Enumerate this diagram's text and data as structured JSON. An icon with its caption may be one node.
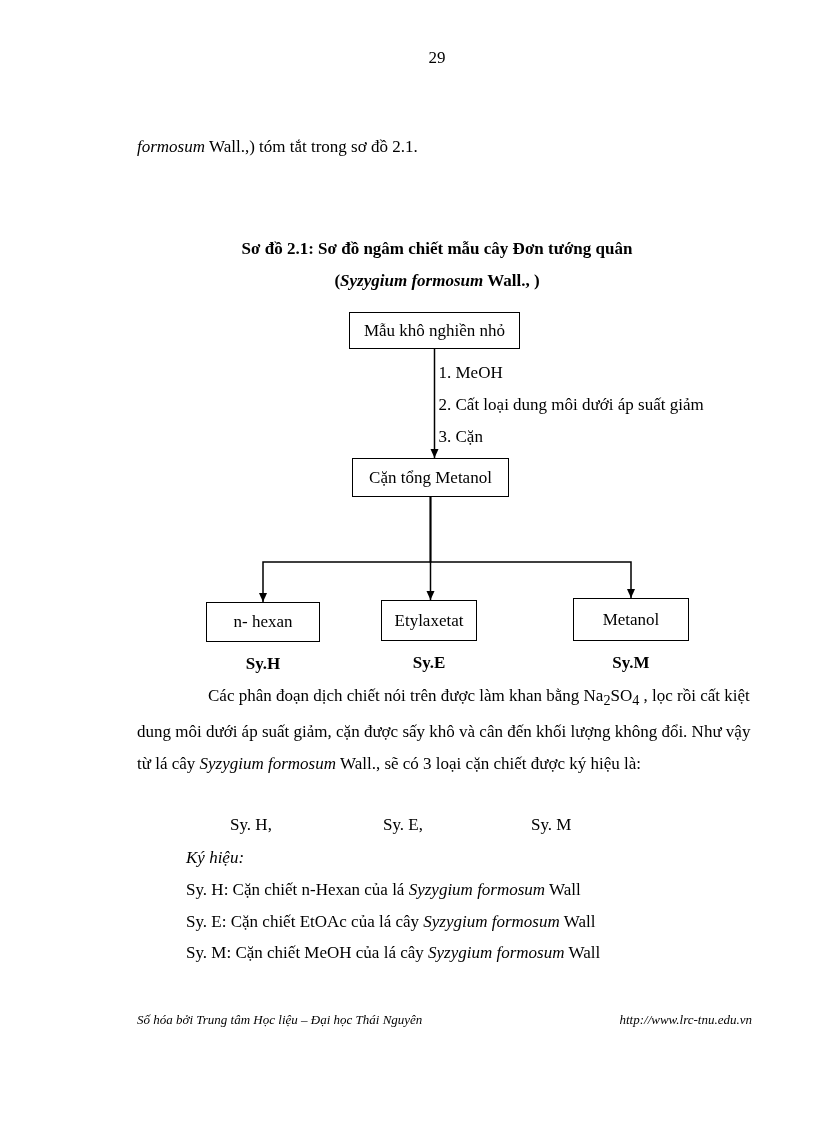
{
  "diagram": {
    "title": "Sơ đồ 2.1: Sơ đồ ngâm chiết mẫu cây Đơn tướng quân (*Syzygium formosum* Wall., )",
    "nodes": [
      {
        "text": [
          "Mẫu khô nghiền nhỏ"
        ]
      },
      {
        "text": [
          "Cặn tổng Metanol"
        ]
      },
      {
        "text": [
          "n- hexan"
        ],
        "beside": [
          "Sy.H"
        ]
      },
      {
        "text": [
          "Etylaxetat"
        ],
        "beside": [
          "Sy.E"
        ]
      },
      {
        "text": [
          "Metanol"
        ],
        "beside": [
          "Sy.M"
        ]
      }
    ],
    "edges": [
      {
        "from": 0,
        "to": 1,
        "arrow": "to",
        "label": "1.  MeOH 2. Cất loại dung môi dưới áp suất giảm 3. Cặn"
      },
      {
        "from": 1,
        "to": 2,
        "arrow": "to"
      },
      {
        "from": 1,
        "to": 3,
        "arrow": "to"
      },
      {
        "from": 1,
        "to": 4,
        "arrow": "to"
      }
    ],
    "labels": [
      "29",
      "*formosum* Wall.,) tóm tắt trong sơ đồ  2.1.",
      "Các phân đoạn dịch chiết nói trên được làm khan bằng Na$_{2}$SO$_{4}$ , lọc rồi cất kiệt dung môi dưới áp suất giảm, cặn được sấy khô và cân đến khối lượng không đổi. Như vậy từ  lá cây  *Syzygium formosum* Wall.,  sẽ có 3 loại cặn chiết được ký hiệu là:",
      "Sy. H,",
      "Sy.  E,",
      "Sy. M",
      "Ký hiệu:",
      "Sy. H: Cặn chiết n-Hexan của lá *Syzygium formosum* Wall",
      "Sy.  E: Cặn chiết  EtOAc của lá cây *Syzygium formosum* Wall",
      "Sy. M: Cặn chiết  MeOH của lá cây *Syzygium formosum* Wall",
      "Số hóa bởi Trung tâm Học liệu – Đại học Thái Nguyên",
      "http://www.lrc-tnu.edu.vn"
    ]
  }
}
